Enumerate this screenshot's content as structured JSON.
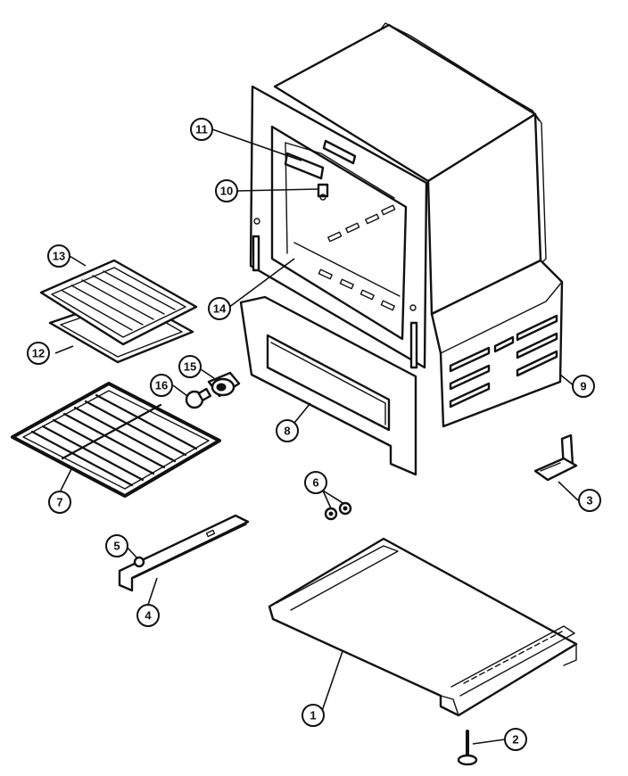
{
  "colors": {
    "line": "#111111",
    "background": "#ffffff"
  },
  "callouts": [
    {
      "id": "c1",
      "label": "1"
    },
    {
      "id": "c2",
      "label": "2"
    },
    {
      "id": "c3",
      "label": "3"
    },
    {
      "id": "c4",
      "label": "4"
    },
    {
      "id": "c5",
      "label": "5"
    },
    {
      "id": "c6",
      "label": "6"
    },
    {
      "id": "c7",
      "label": "7"
    },
    {
      "id": "c8",
      "label": "8"
    },
    {
      "id": "c9",
      "label": "9"
    },
    {
      "id": "c10",
      "label": "10"
    },
    {
      "id": "c11",
      "label": "11"
    },
    {
      "id": "c12",
      "label": "12"
    },
    {
      "id": "c13",
      "label": "13"
    },
    {
      "id": "c14",
      "label": "14"
    },
    {
      "id": "c15",
      "label": "15"
    },
    {
      "id": "c16",
      "label": "16"
    }
  ]
}
